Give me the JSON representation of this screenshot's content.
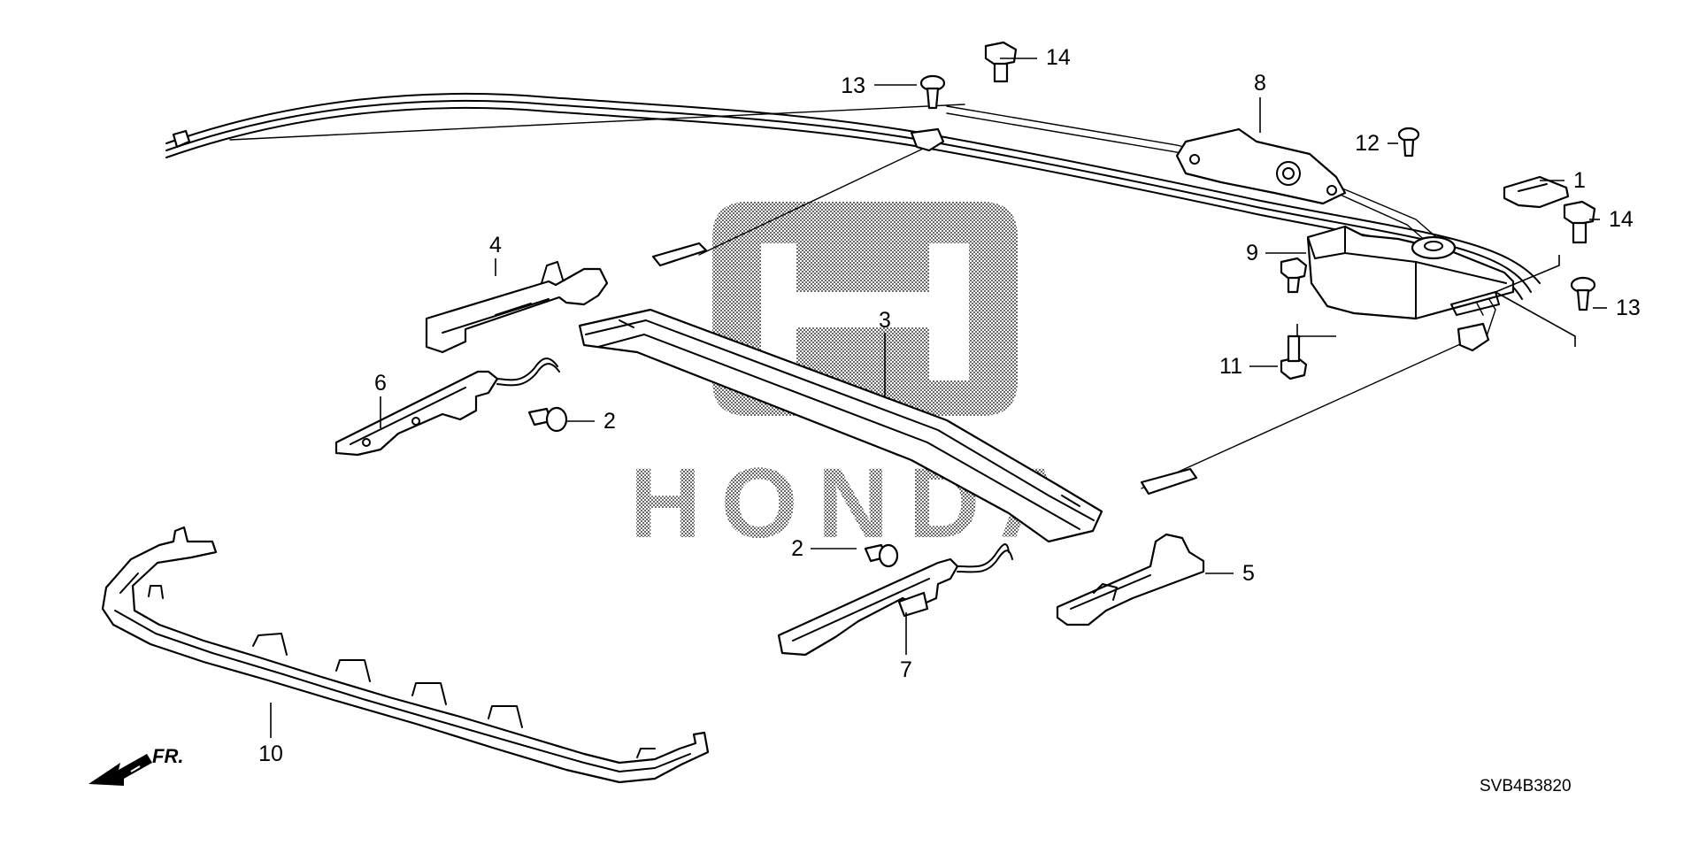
{
  "callouts": {
    "c1": "1",
    "c2a": "2",
    "c2b": "2",
    "c3": "3",
    "c4": "4",
    "c5": "5",
    "c6": "6",
    "c7": "7",
    "c8": "8",
    "c9": "9",
    "c10": "10",
    "c11": "11",
    "c12": "12",
    "c13a": "13",
    "c13b": "13",
    "c14a": "14",
    "c14b": "14"
  },
  "watermark_text": "HONDA",
  "front_indicator": "FR.",
  "diagram_code": "SVB4B3820",
  "icons": {
    "watermark": "honda-logo-watermark",
    "front": "front-direction-arrow-icon"
  }
}
